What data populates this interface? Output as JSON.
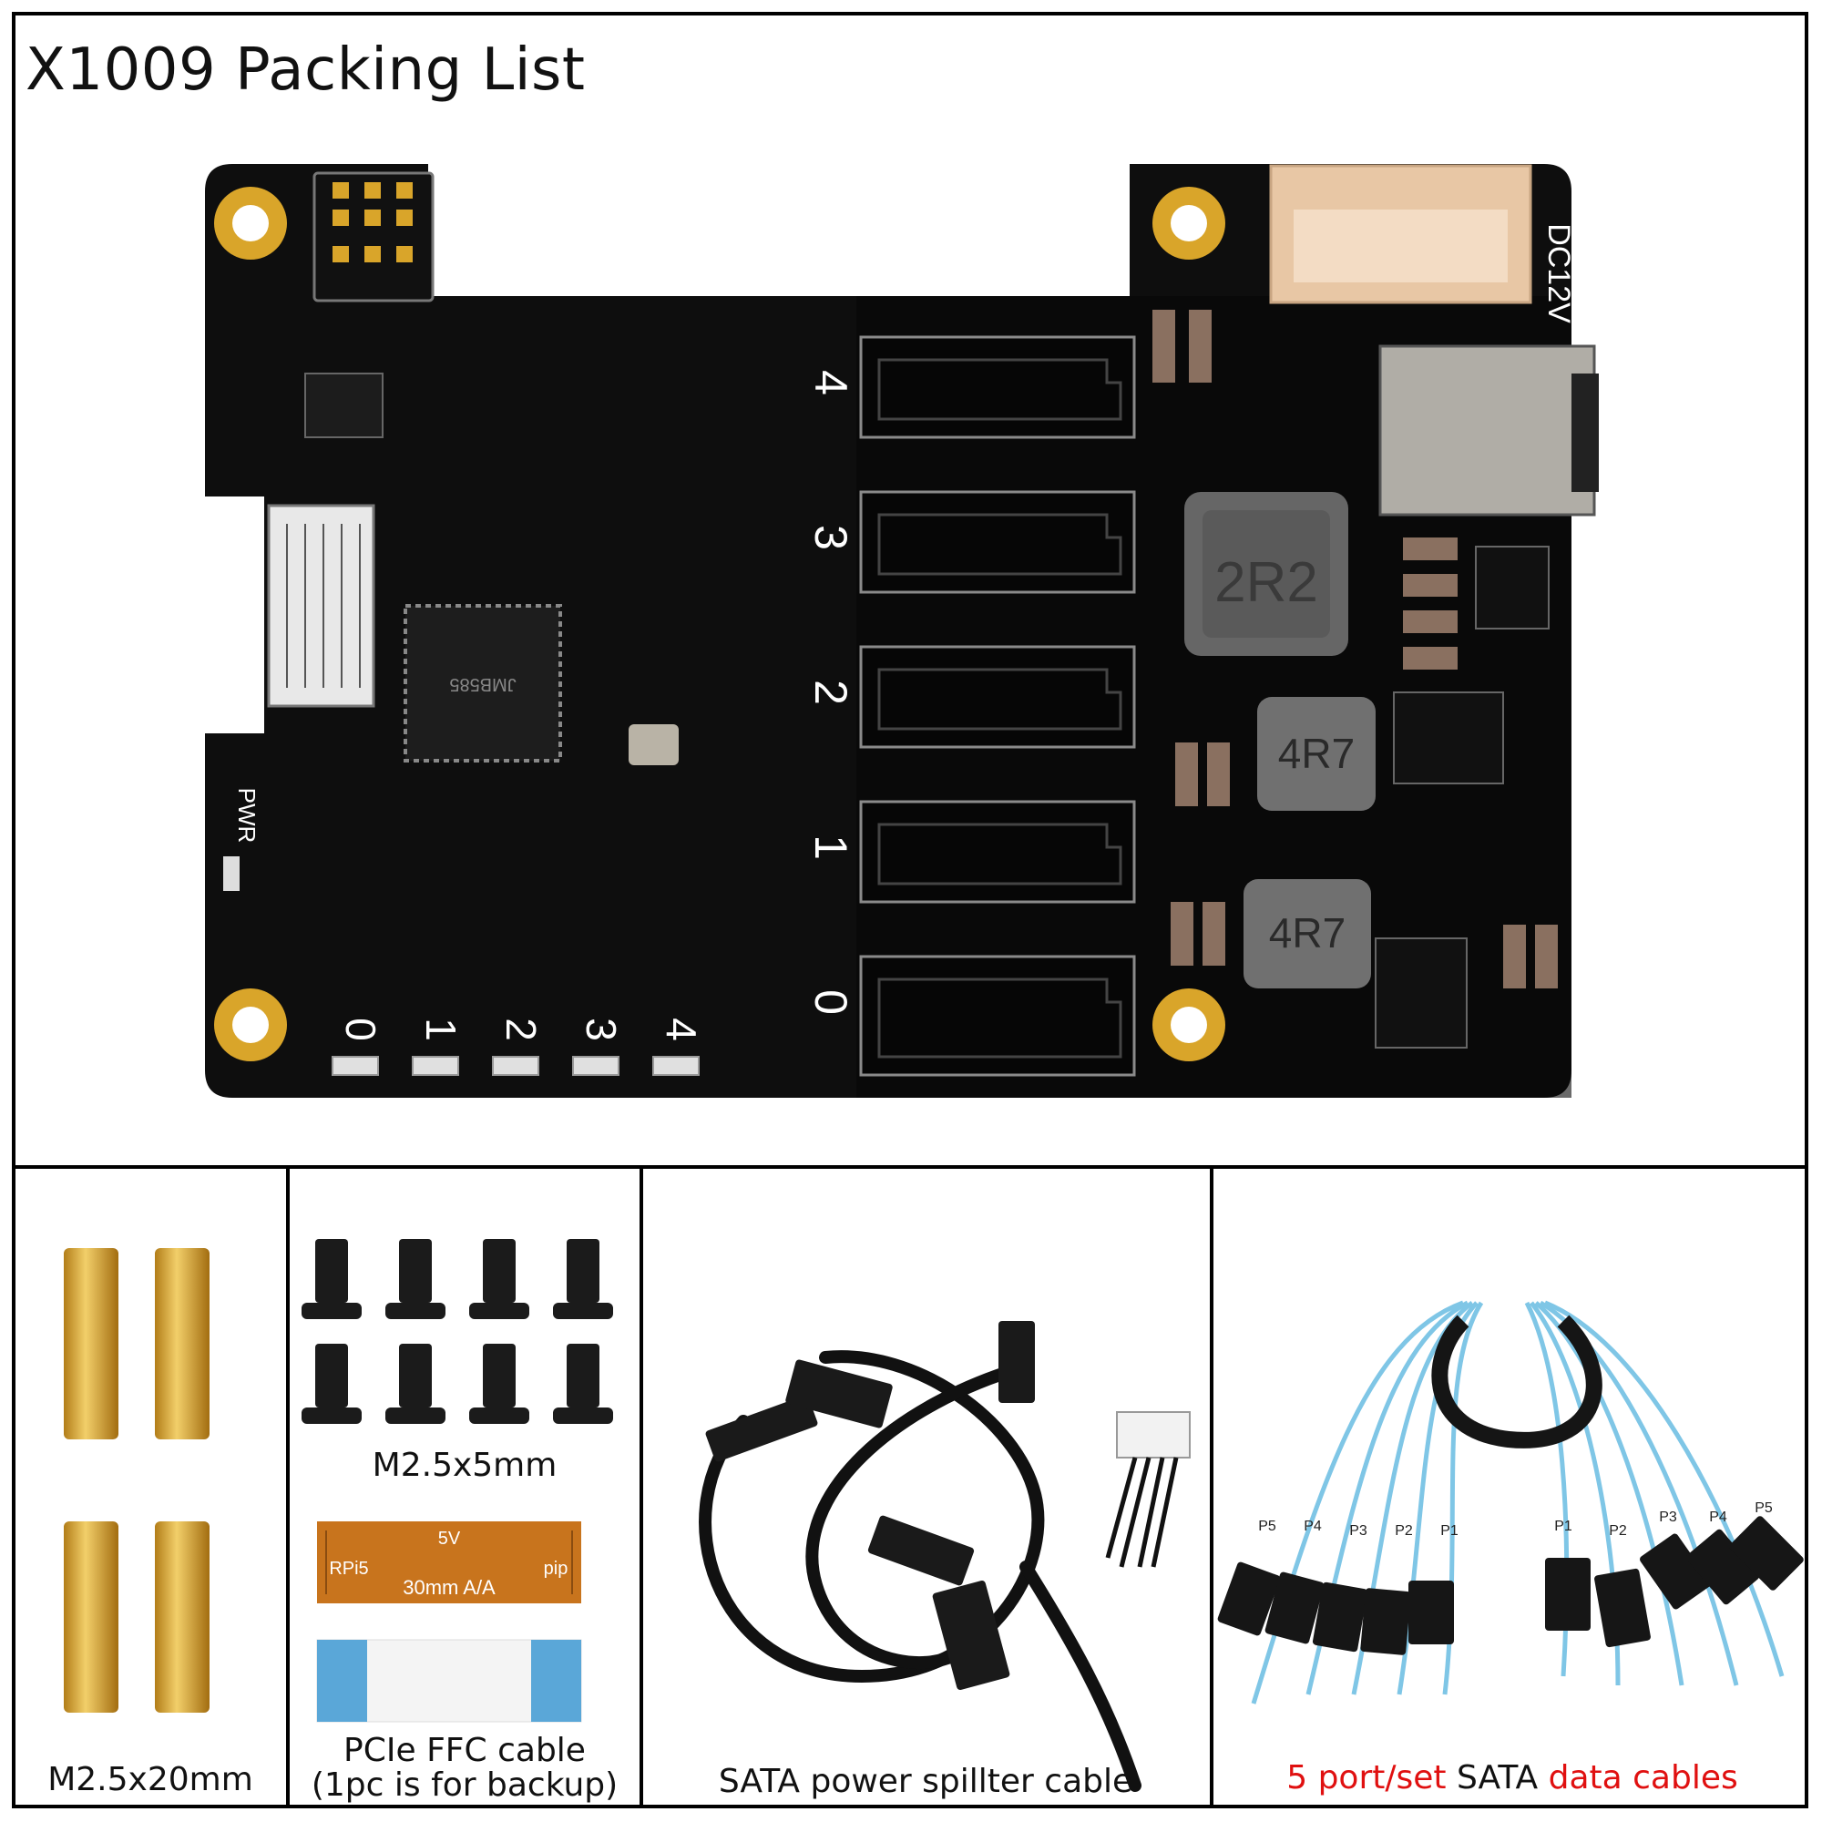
{
  "title": "X1009 Packing List",
  "board": {
    "sata_port_labels": [
      "4",
      "3",
      "2",
      "1",
      "0"
    ],
    "led_labels": [
      "0",
      "1",
      "2",
      "3",
      "4"
    ],
    "pwr_label": "PWR",
    "dc_label": "DC12V",
    "inductor_labels": [
      "2R2",
      "4R7",
      "4R7"
    ],
    "chip_label": "JMB585",
    "colors": {
      "pcb": "#0e0e0e",
      "gold": "#d9a52a",
      "connector": "#e8c7a5",
      "steel": "#b0ada6"
    }
  },
  "items": {
    "standoffs": {
      "caption": "M2.5x20mm"
    },
    "screws": {
      "caption": "M2.5x5mm"
    },
    "ffc": {
      "caption_line1": "PCIe FFC cable",
      "caption_line2": "(1pc is for backup)",
      "cable_text": [
        "5V",
        "RPi5",
        "30mm A/A",
        "pip"
      ]
    },
    "power_cable": {
      "caption": "SATA power spillter cable"
    },
    "data_cables": {
      "caption_part1": "5 port/set",
      "caption_part2": " SATA ",
      "caption_part3": "data cables",
      "port_labels_left": [
        "P5",
        "P4",
        "P3",
        "P2",
        "P1"
      ],
      "port_labels_right": [
        "P1",
        "P2",
        "P3",
        "P4",
        "P5"
      ],
      "colors": {
        "highlight": "#e01010",
        "cable": "#7fc6e6"
      }
    }
  }
}
